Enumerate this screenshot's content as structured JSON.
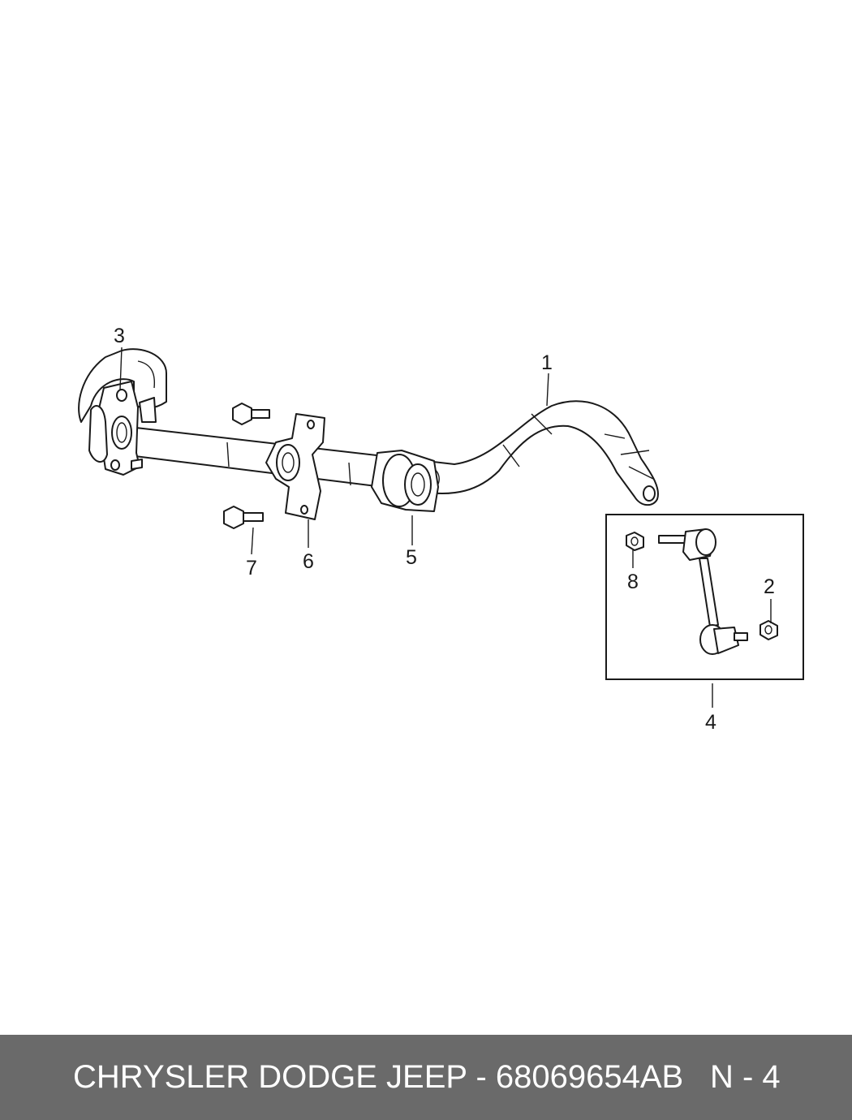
{
  "diagram": {
    "callouts": [
      {
        "id": "1",
        "label": "1"
      },
      {
        "id": "2",
        "label": "2"
      },
      {
        "id": "3",
        "label": "3"
      },
      {
        "id": "4",
        "label": "4"
      },
      {
        "id": "5",
        "label": "5"
      },
      {
        "id": "6",
        "label": "6"
      },
      {
        "id": "7",
        "label": "7"
      },
      {
        "id": "8",
        "label": "8"
      }
    ]
  },
  "footer": {
    "part_text": "CHRYSLER DODGE JEEP - 68069654AB",
    "page_text": "N - 4",
    "background": "#6a6a6a",
    "text_color": "#ffffff"
  }
}
